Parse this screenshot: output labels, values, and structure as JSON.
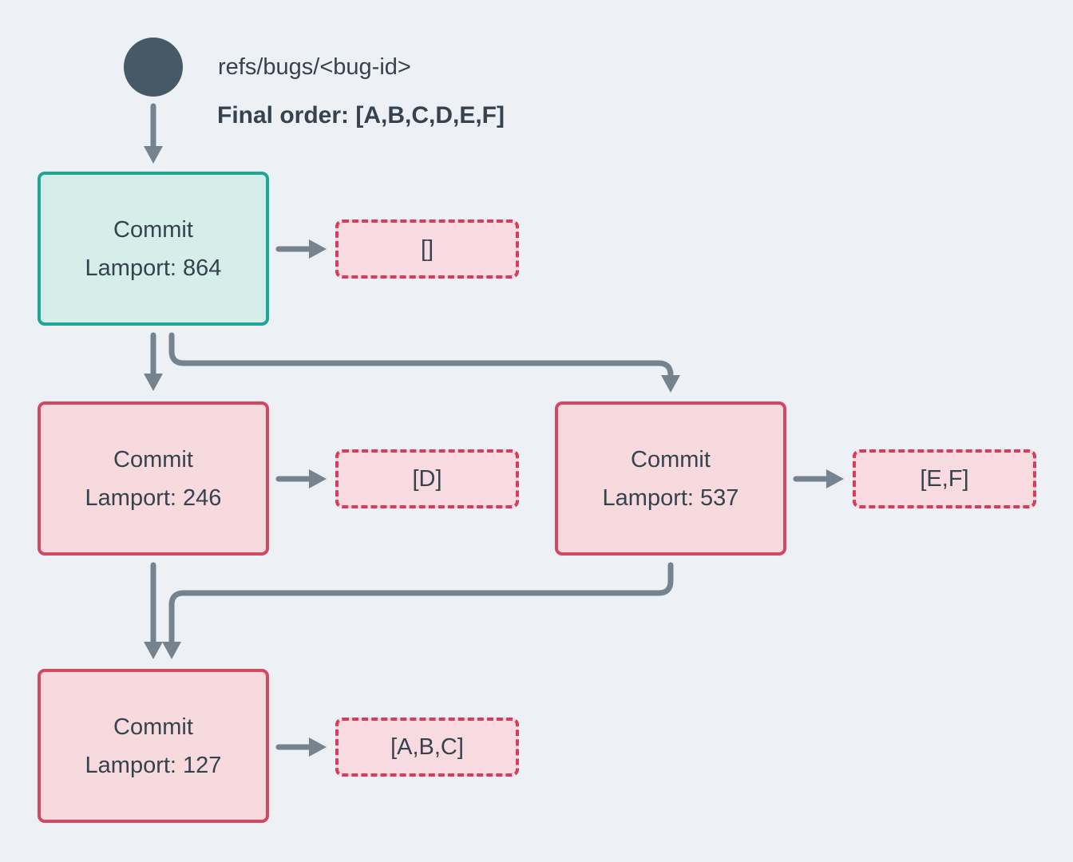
{
  "colors": {
    "background": "#edf1f5",
    "node-teal-border": "#1fa795",
    "node-teal-fill": "#d5eeea",
    "node-pink-border": "#d04a62",
    "node-pink-fill": "#f7dade",
    "bugs-border": "#d63d5c",
    "bugs-fill": "#f8dbe0",
    "edge": "#76838f",
    "text": "#36424e",
    "ref-dot": "#475866"
  },
  "header": {
    "ref_label": "refs/bugs/<bug-id>",
    "final_order_label": "Final order: [A,B,C,D,E,F]"
  },
  "commits": [
    {
      "title": "Commit",
      "lamport_label": "Lamport: 864",
      "lamport": 864,
      "bugs_label": "[]",
      "variant": "teal"
    },
    {
      "title": "Commit",
      "lamport_label": "Lamport: 246",
      "lamport": 246,
      "bugs_label": "[D]",
      "variant": "pink"
    },
    {
      "title": "Commit",
      "lamport_label": "Lamport: 537",
      "lamport": 537,
      "bugs_label": "[E,F]",
      "variant": "pink"
    },
    {
      "title": "Commit",
      "lamport_label": "Lamport: 127",
      "lamport": 127,
      "bugs_label": "[A,B,C]",
      "variant": "pink"
    }
  ]
}
